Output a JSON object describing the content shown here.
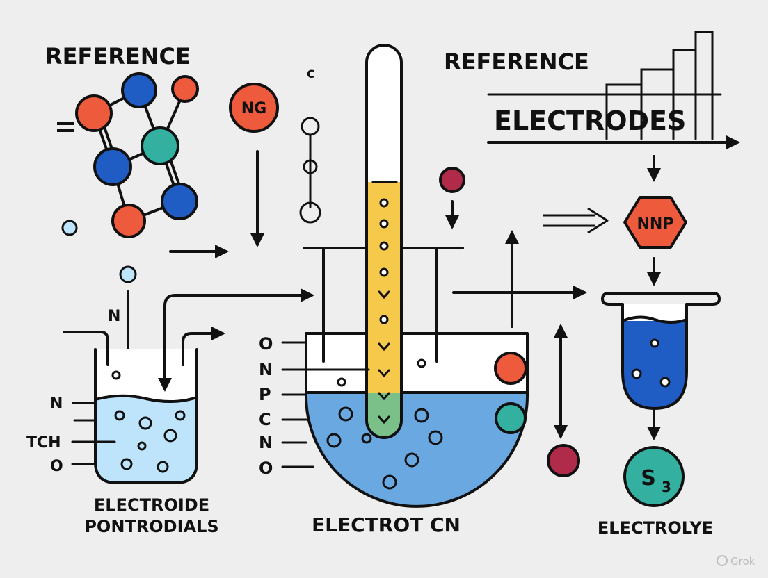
{
  "labels": {
    "reference_left": "REFERENCE",
    "reference_right": "REFERENCE",
    "electrodes": "ELECTRODES",
    "ng_atom": "NG",
    "small_c": "C",
    "n_top_left": "N",
    "nnp_hex": "NNP",
    "s3_atom": "S",
    "s3_subscript": "3",
    "left_side_n": "N",
    "left_side_tch": "TCH",
    "left_side_o": "O",
    "center_side_o": "O",
    "center_side_n1": "N",
    "center_side_p": "P",
    "center_side_c": "C",
    "center_side_n2": "N",
    "center_side_o2": "O",
    "caption_left_line1": "ELECTROIDE",
    "caption_left_line2": "PONTRODIALS",
    "caption_center": "ELECTROT CN",
    "caption_right": "ELECTROLYE",
    "watermark": "Grok"
  },
  "colors": {
    "background": "#eeeeee",
    "red": "#ee5a3c",
    "blue": "#1f5cc4",
    "teal": "#33b0a0",
    "yellow": "#f7c94a",
    "light_blue": "#bde4fa",
    "beaker_blue": "#6aa8e2",
    "maroon": "#b02a4a",
    "purple": "#8a86e0",
    "ink": "#111111"
  }
}
